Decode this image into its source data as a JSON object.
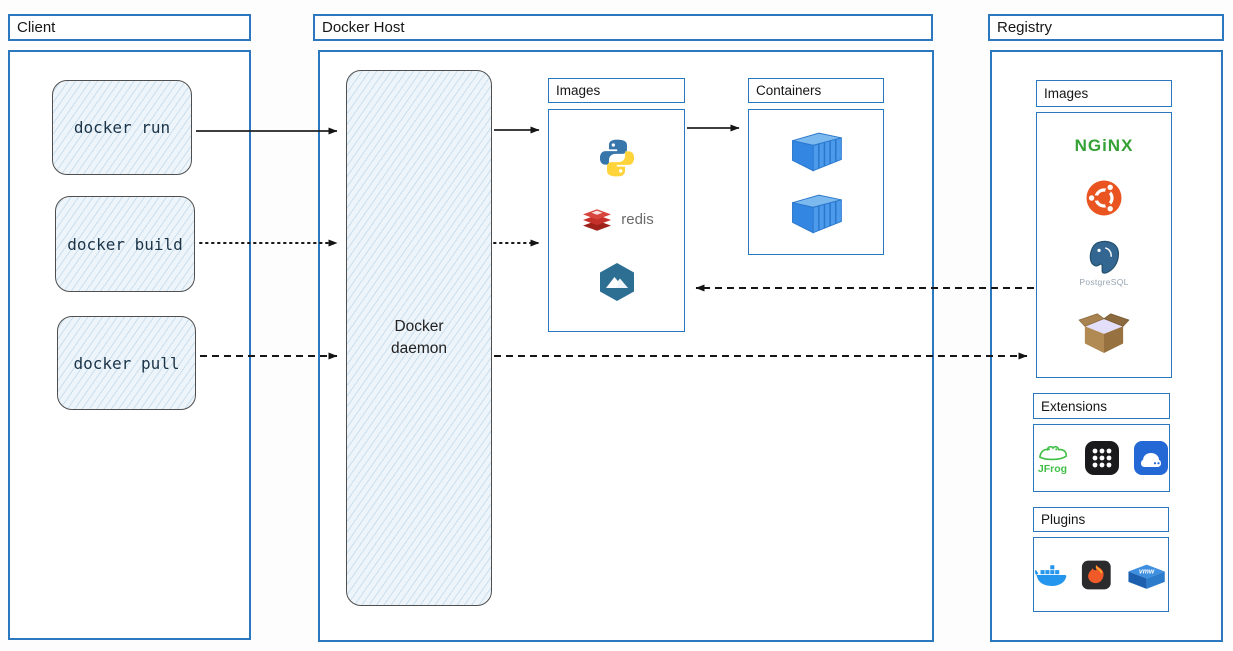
{
  "client": {
    "title": "Client",
    "commands": [
      {
        "id": "docker-run",
        "label": "docker run"
      },
      {
        "id": "docker-build",
        "label": "docker build"
      },
      {
        "id": "docker-pull",
        "label": "docker pull"
      }
    ]
  },
  "docker_host": {
    "title": "Docker Host",
    "daemon_label": "Docker daemon",
    "images_panel": {
      "title": "Images",
      "items": [
        {
          "name": "python-logo"
        },
        {
          "name": "redis-logo",
          "label": "redis"
        },
        {
          "name": "alpine-logo"
        }
      ]
    },
    "containers_panel": {
      "title": "Containers",
      "items": [
        {
          "name": "container-box-1"
        },
        {
          "name": "container-box-2"
        }
      ]
    }
  },
  "registry": {
    "title": "Registry",
    "images_panel": {
      "title": "Images",
      "items": [
        {
          "name": "nginx-logo",
          "label": "NGiNX"
        },
        {
          "name": "ubuntu-logo"
        },
        {
          "name": "postgresql-logo",
          "label": "PostgreSQL"
        },
        {
          "name": "busybox-logo"
        }
      ]
    },
    "extensions_panel": {
      "title": "Extensions",
      "items": [
        {
          "name": "jfrog-logo",
          "label": "JFrog"
        },
        {
          "name": "marketplace-grid-logo"
        },
        {
          "name": "drive-extension-logo"
        }
      ]
    },
    "plugins_panel": {
      "title": "Plugins",
      "items": [
        {
          "name": "docker-whale-logo"
        },
        {
          "name": "grafana-logo"
        },
        {
          "name": "vmware-logo",
          "label": "vmw"
        }
      ]
    }
  },
  "connections": [
    {
      "from": "docker-run",
      "to": "docker-daemon",
      "style": "solid"
    },
    {
      "from": "docker-build",
      "to": "docker-daemon",
      "style": "dotted"
    },
    {
      "from": "docker-pull",
      "to": "docker-daemon",
      "style": "dashed"
    },
    {
      "from": "docker-daemon",
      "to": "host-images",
      "style": "solid"
    },
    {
      "from": "docker-daemon",
      "to": "host-images",
      "style": "dotted"
    },
    {
      "from": "host-images",
      "to": "containers",
      "style": "solid"
    },
    {
      "from": "registry-images",
      "to": "host-images",
      "style": "dashed"
    },
    {
      "from": "docker-daemon",
      "to": "registry-images",
      "style": "dashed"
    }
  ],
  "colors": {
    "frame_blue": "#2b78be",
    "arrow_black": "#161616",
    "sketch_fill": "#edf5fb",
    "sketch_border": "#4f4f4f",
    "command_text": "#1c3448",
    "nginx_green": "#35a135",
    "ubuntu_orange": "#e95420",
    "redis_red": "#c6302b",
    "alpine_blue": "#2d6e93",
    "postgres_blue": "#336791",
    "jfrog_green": "#41bf47",
    "grafana_orange": "#f05a28",
    "vmware_blue": "#2d7ccc",
    "container_blue": "#3f8fe3",
    "python_blue": "#3776ab",
    "python_yellow": "#ffd43b"
  }
}
